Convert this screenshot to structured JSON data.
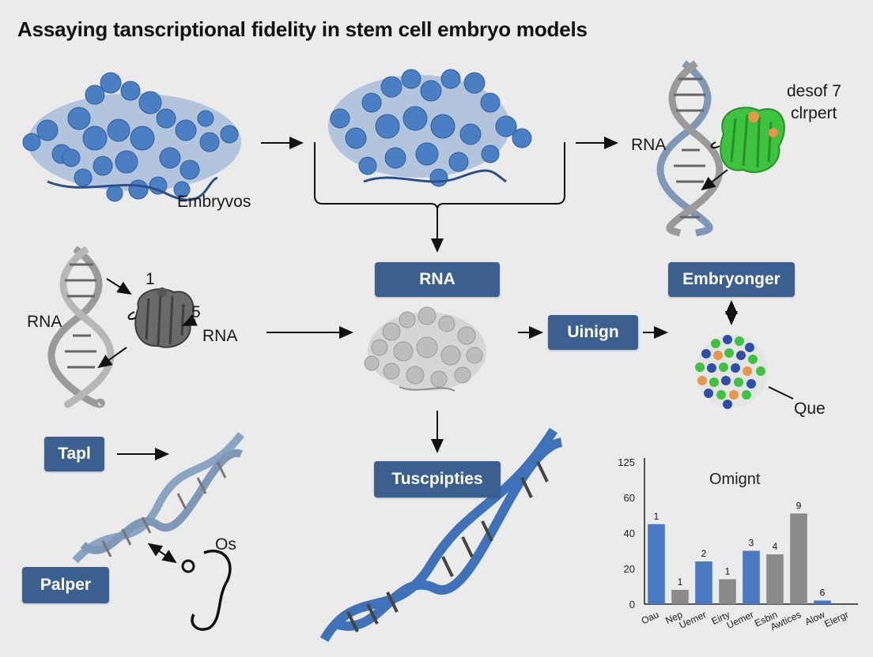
{
  "title": "Assaying tanscriptional fidelity in stem cell embryo models",
  "labels": {
    "embryvos": "Embryvos",
    "rna_top": "RNA",
    "desof": "desof 7",
    "clrpert": "clrpert",
    "rna_left": "RNA",
    "rna_left2": "RNA",
    "num1": "1",
    "num5": "5",
    "que": "Que",
    "os": "Os"
  },
  "boxes": {
    "rna": "RNA",
    "embryonger": "Embryonger",
    "uinign": "Uinign",
    "tapl": "Tapl",
    "tuscpipties": "Tuscpipties",
    "palper": "Palper"
  },
  "colors": {
    "box": "#3b5f8f",
    "protein_blue": "#4a7fc4",
    "protein_gray": "#b5b5b5",
    "dna_blue": "#3f72b8",
    "green": "#3dc33d",
    "orange": "#e8964a",
    "bar_blue": "#4a7ac4",
    "bar_gray": "#8a8a8a"
  },
  "chart_data": {
    "type": "bar",
    "title": "Omignt",
    "categories": [
      "Oau",
      "Nep",
      "Uemer",
      "Eirty",
      "Uemer",
      "Esbin",
      "Awtices",
      "Alow",
      "Elergr"
    ],
    "values": [
      45,
      8,
      24,
      14,
      30,
      28,
      51,
      2,
      0
    ],
    "bar_labels": [
      "1",
      "1",
      "2",
      "1",
      "3",
      "4",
      "9",
      "6",
      ""
    ],
    "bar_colors": [
      "blue",
      "gray",
      "blue",
      "gray",
      "blue",
      "gray",
      "gray",
      "blue",
      "gray"
    ],
    "yticks": [
      "0",
      "20",
      "40",
      "60",
      "125"
    ],
    "ytick_values": [
      0,
      20,
      40,
      60,
      80
    ],
    "ylim": [
      0,
      80
    ]
  }
}
